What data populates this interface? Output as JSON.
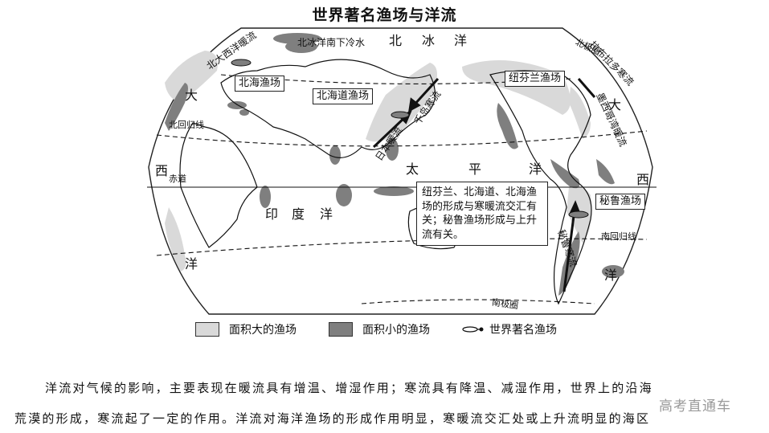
{
  "title": "世界著名渔场与洋流",
  "map": {
    "ocean_labels": {
      "arctic": [
        "北",
        "冰",
        "洋"
      ],
      "atlantic_west": [
        "大",
        "西",
        "洋"
      ],
      "atlantic_east": [
        "大",
        "西",
        "洋"
      ],
      "pacific": [
        "太",
        "平",
        "洋"
      ],
      "indian": [
        "印",
        "度",
        "洋"
      ]
    },
    "lines": {
      "arctic_circle": "北极圈",
      "tropic_cancer": "北回归线",
      "equator": "赤道",
      "tropic_capricorn": "南回归线",
      "antarctic_circle": "南极圈"
    },
    "currents": {
      "north_atlantic_drift": "北大西洋暖流",
      "arctic_cold_water": "北冰洋南下冷水",
      "labrador": "拉布拉多寒流",
      "gulf_stream": "墨西哥湾暖流",
      "kuroshio": "日本暖流",
      "oyashio": "千岛寒流",
      "peru": "秘鲁寒流"
    },
    "fisheries": {
      "north_sea": "北海渔场",
      "hokkaido": "北海道渔场",
      "newfoundland": "纽芬兰渔场",
      "peru": "秘鲁渔场"
    },
    "note": "纽芬兰、北海道、北海渔场的形成与寒暖流交汇有关；秘鲁渔场形成与上升流有关。"
  },
  "legend": {
    "items": [
      {
        "label": "面积大的渔场",
        "color": "#d9d9d9"
      },
      {
        "label": "面积小的渔场",
        "color": "#7f7f7f"
      },
      {
        "label": "世界著名渔场",
        "icon": "fish-symbol-icon"
      }
    ]
  },
  "colors": {
    "large_fishery": "#d9d9d9",
    "small_fishery": "#7f7f7f",
    "outline": "#111111"
  },
  "body_text": {
    "line1": "洋流对气候的影响，主要表现在暖流具有增温、增湿作用；寒流具有降温、减湿作用，世界上的沿海",
    "line2": "荒漠的形成，寒流起了一定的作用。洋流对海洋渔场的形成作用明显，寒暖流交汇处或上升流明显的海区"
  },
  "watermark": "高考直通车"
}
